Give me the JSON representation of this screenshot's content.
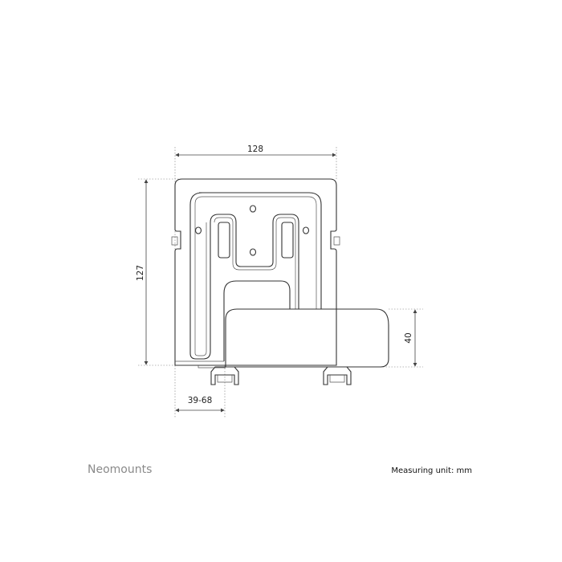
{
  "drawing": {
    "dimensions": {
      "width": "128",
      "height": "127",
      "shelf_height": "40",
      "depth_range": "39-68"
    },
    "unit_note": "Measuring unit: mm"
  },
  "brand": "Neomounts"
}
